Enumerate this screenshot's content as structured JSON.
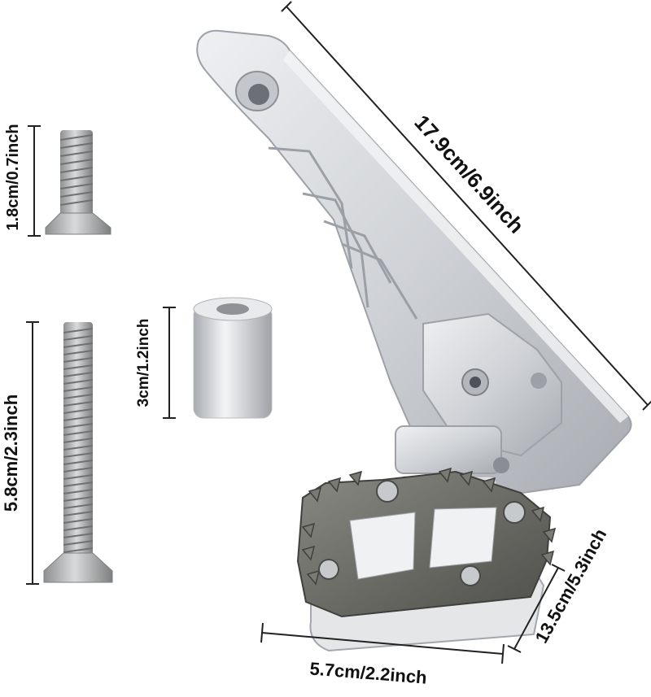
{
  "dimensions": {
    "short_screw": "1.8cm/0.7inch",
    "long_screw": "5.8cm/2.3inch",
    "spacer": "3cm/1.2inch",
    "arm_length": "17.9cm/6.9inch",
    "peg_width": "5.7cm/2.2inch",
    "peg_depth": "13.5cm/5.3inch"
  },
  "colors": {
    "aluminum": "#d6d8dc",
    "aluminum_shade": "#a9adb3",
    "steel": "#b9bbbc",
    "titanium_grey": "#6c6c66",
    "text": "#111111"
  }
}
